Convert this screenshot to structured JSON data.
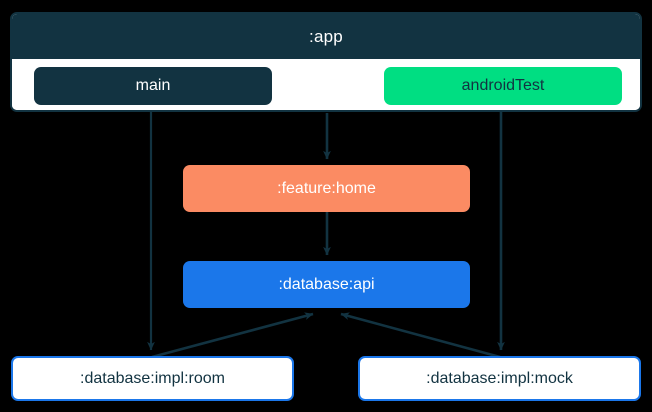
{
  "diagram": {
    "type": "module-dependency-graph",
    "background_color": "#000000",
    "cluster": {
      "label": ":app",
      "fill": "#ffffff",
      "header_fill": "#123341",
      "header_text_color": "#ffffff",
      "border_color": "#123341",
      "source_sets": [
        {
          "id": "main",
          "label": "main",
          "fill": "#123341",
          "text_color": "#ffffff"
        },
        {
          "id": "androidTest",
          "label": "androidTest",
          "fill": "#00de82",
          "text_color": "#123341"
        }
      ]
    },
    "nodes": [
      {
        "id": "feature-home",
        "label": ":feature:home",
        "fill": "#fb8b63",
        "text_color": "#ffffff"
      },
      {
        "id": "database-api",
        "label": ":database:api",
        "fill": "#1b77ea",
        "text_color": "#ffffff"
      },
      {
        "id": "database-impl-room",
        "label": ":database:impl:room",
        "fill": "#ffffff",
        "text_color": "#123341",
        "border_color": "#1b77ea"
      },
      {
        "id": "database-impl-mock",
        "label": ":database:impl:mock",
        "fill": "#ffffff",
        "text_color": "#123341",
        "border_color": "#1b77ea"
      }
    ],
    "edges": [
      {
        "id": "edge-main-to-room",
        "from": "main",
        "to": "database-impl-room",
        "style": "straight",
        "color": "#123341"
      },
      {
        "id": "edge-app-to-feature-home",
        "from": ":app",
        "to": "feature-home",
        "style": "straight",
        "color": "#123341"
      },
      {
        "id": "edge-androidtest-to-mock",
        "from": "androidTest",
        "to": "database-impl-mock",
        "style": "straight",
        "color": "#123341"
      },
      {
        "id": "edge-feature-home-to-api",
        "from": "feature-home",
        "to": "database-api",
        "style": "straight",
        "color": "#123341"
      },
      {
        "id": "edge-room-to-api",
        "from": "database-impl-room",
        "to": "database-api",
        "style": "diagonal",
        "color": "#123341"
      },
      {
        "id": "edge-mock-to-api",
        "from": "database-impl-mock",
        "to": "database-api",
        "style": "diagonal",
        "color": "#123341"
      }
    ]
  }
}
